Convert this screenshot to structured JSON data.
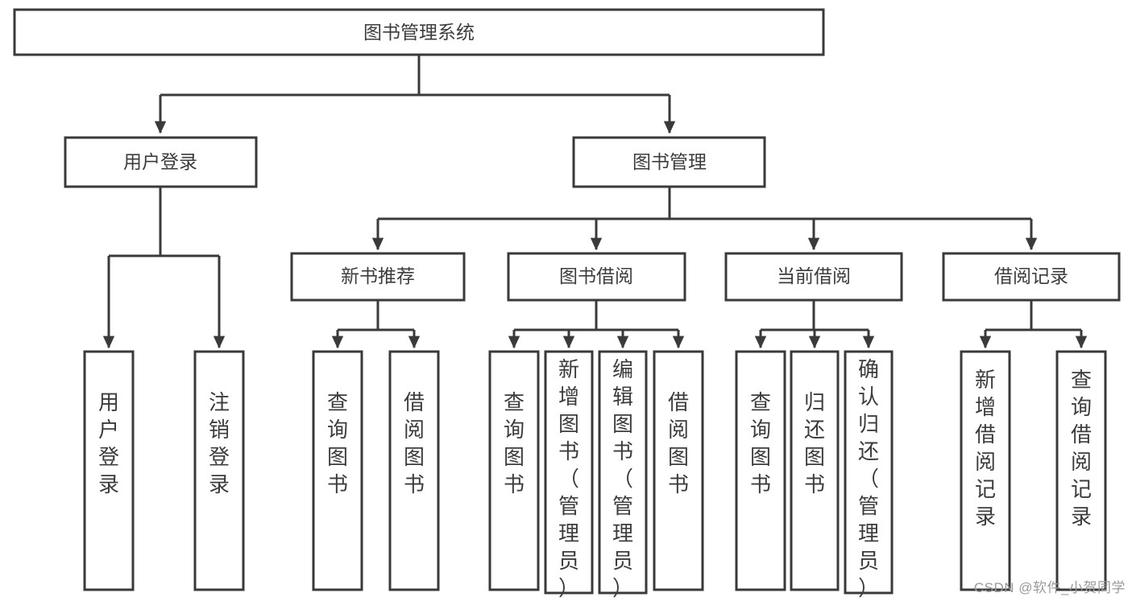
{
  "diagram": {
    "type": "tree",
    "title": "图书管理系统",
    "watermark": "CSDN @软件_小贺同学",
    "colors": {
      "stroke": "#3a3a3a",
      "box_fill": "#ffffff",
      "text": "#3c3c3c",
      "background": "#ffffff",
      "watermark": "#9a9a9a"
    },
    "root": {
      "id": "root",
      "label": "图书管理系统"
    },
    "level2": [
      {
        "id": "user-login",
        "label": "用户登录"
      },
      {
        "id": "book-manage",
        "label": "图书管理"
      }
    ],
    "level3": [
      {
        "id": "new-book-rec",
        "label": "新书推荐",
        "parent": "book-manage"
      },
      {
        "id": "book-borrow",
        "label": "图书借阅",
        "parent": "book-manage"
      },
      {
        "id": "current-borrow",
        "label": "当前借阅",
        "parent": "book-manage"
      },
      {
        "id": "borrow-record",
        "label": "借阅记录",
        "parent": "book-manage"
      }
    ],
    "leaves": [
      {
        "id": "leaf-user-login",
        "label": "用户登录",
        "parent": "user-login"
      },
      {
        "id": "leaf-logout",
        "label": "注销登录",
        "parent": "user-login"
      },
      {
        "id": "leaf-query-book-1",
        "label": "查询图书",
        "parent": "new-book-rec"
      },
      {
        "id": "leaf-borrow-book-1",
        "label": "借阅图书",
        "parent": "new-book-rec"
      },
      {
        "id": "leaf-query-book-2",
        "label": "查询图书",
        "parent": "book-borrow"
      },
      {
        "id": "leaf-add-book",
        "label": "新增图书（管理员）",
        "parent": "book-borrow"
      },
      {
        "id": "leaf-edit-book",
        "label": "编辑图书（管理员）",
        "parent": "book-borrow"
      },
      {
        "id": "leaf-borrow-book-2",
        "label": "借阅图书",
        "parent": "book-borrow"
      },
      {
        "id": "leaf-query-book-3",
        "label": "查询图书",
        "parent": "current-borrow"
      },
      {
        "id": "leaf-return-book",
        "label": "归还图书",
        "parent": "current-borrow"
      },
      {
        "id": "leaf-confirm-return",
        "label": "确认归还（管理员）",
        "parent": "current-borrow"
      },
      {
        "id": "leaf-add-record",
        "label": "新增借阅记录",
        "parent": "borrow-record"
      },
      {
        "id": "leaf-query-record",
        "label": "查询借阅记录",
        "parent": "borrow-record"
      }
    ]
  }
}
